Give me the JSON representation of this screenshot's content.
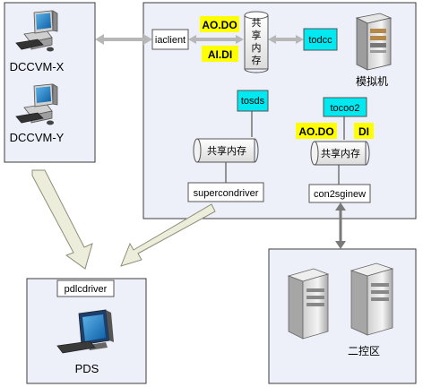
{
  "machines": {
    "dccvm_x": "DCCVM-X",
    "dccvm_y": "DCCVM-Y",
    "pds": "PDS",
    "sim": "模拟机",
    "control2": "二控区"
  },
  "blocks": {
    "iaclient": "iaclient",
    "todcc": "todcc",
    "tosds": "tosds",
    "tocoo2": "tocoo2",
    "supercondriver": "supercondriver",
    "con2sginew": "con2sginew",
    "pdlcdriver": "pdlcdriver"
  },
  "shared_memory": {
    "vertical": [
      "共",
      "享",
      "内",
      "存"
    ],
    "horizontal": "共享内存"
  },
  "signals": {
    "ao_do": "AO.DO",
    "ai_di": "AI.DI",
    "di": "DI"
  },
  "colors": {
    "panel_fill": "#edf0f9",
    "panel_stroke": "#3b3b3b",
    "cyan": "#00e8f0",
    "yellow": "#ffff00",
    "arrow_fill": "#ecedda",
    "arrow_stroke": "#8e8e78",
    "conn_gray": "#b7b7b7"
  }
}
